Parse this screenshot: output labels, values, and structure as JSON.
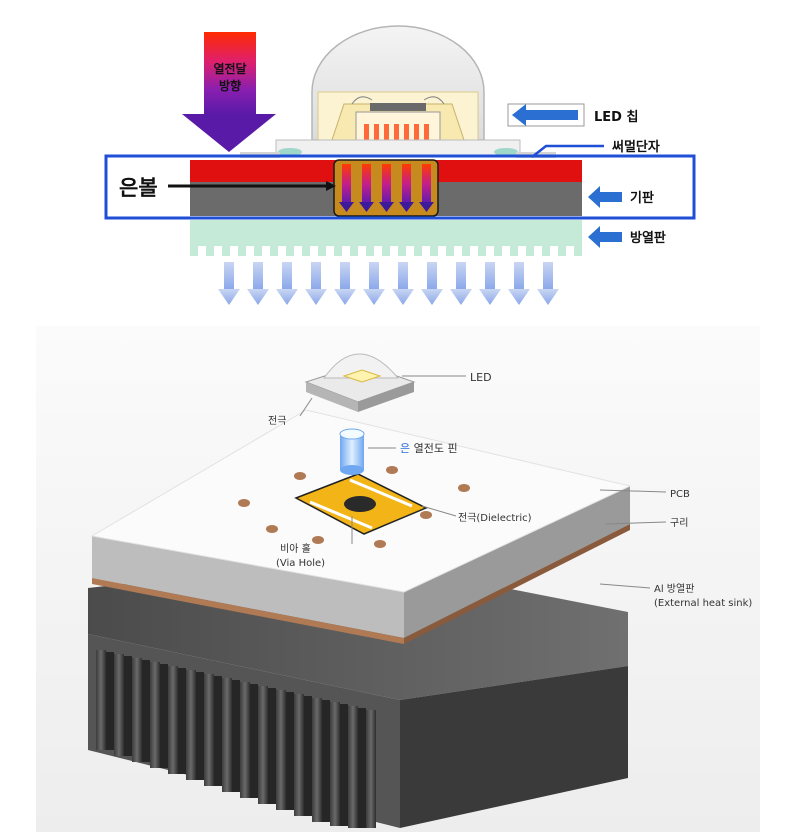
{
  "top": {
    "heat_direction": [
      "열전달",
      "방향"
    ],
    "silver_ball": "은볼",
    "labels": {
      "led_chip": "LED 칩",
      "thermal_terminal": "써멀단자",
      "substrate": "기판",
      "heat_sink": "방열판"
    }
  },
  "bottom": {
    "labels": {
      "led": "LED",
      "electrode": "전극",
      "pin_prefix": "은",
      "pin_rest": " 열전도 핀",
      "pcb": "PCB",
      "copper": "구리",
      "dielectric": "전극(Dielectric)",
      "via_hole_1": "비아 홀",
      "via_hole_2": "(Via Hole)",
      "al_heatsink_1": "Al 방열판",
      "al_heatsink_2": "(External heat sink)"
    }
  },
  "colors": {
    "accent_blue": "#1f4fd6",
    "red_layer": "#e01010",
    "arrow_blue": "#2a6fd1",
    "pin_blue": "#2b6fd8",
    "pad_yellow": "#f2b417"
  }
}
